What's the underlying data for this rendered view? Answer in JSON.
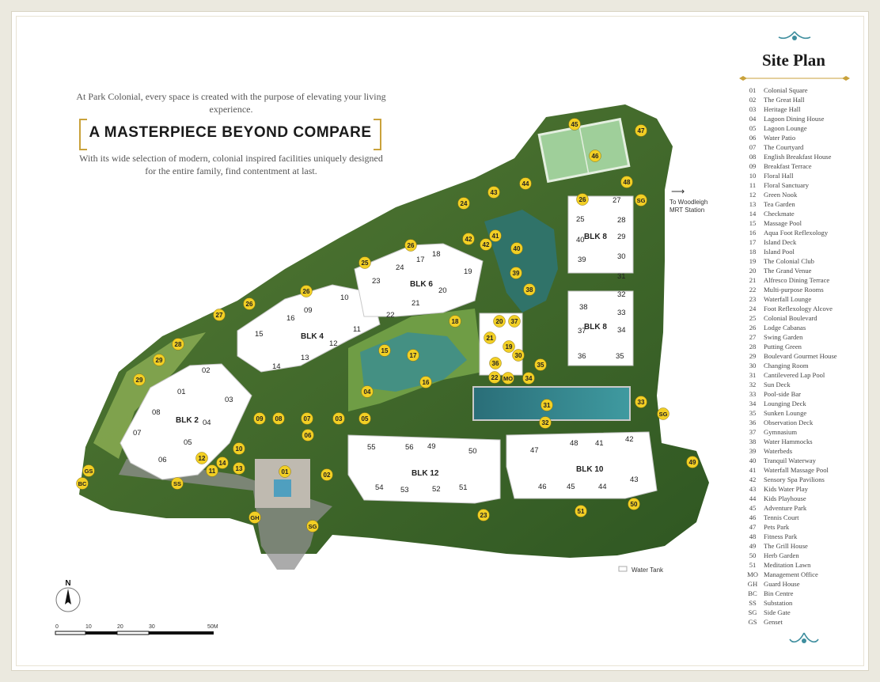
{
  "intro_text": "At Park Colonial, every space is created with the purpose of elevating your living experience.",
  "headline": "A MASTERPIECE BEYOND COMPARE",
  "description": "With its wide selection of modern, colonial inspired facilities uniquely designed for the entire family, find contentment at last.",
  "legend_title": "Site Plan",
  "legend": [
    {
      "code": "01",
      "label": "Colonial Square"
    },
    {
      "code": "02",
      "label": "The Great Hall"
    },
    {
      "code": "03",
      "label": "Heritage Hall"
    },
    {
      "code": "04",
      "label": "Lagoon Dining House"
    },
    {
      "code": "05",
      "label": "Lagoon Lounge"
    },
    {
      "code": "06",
      "label": "Water Patio"
    },
    {
      "code": "07",
      "label": "The Courtyard"
    },
    {
      "code": "08",
      "label": "English Breakfast House"
    },
    {
      "code": "09",
      "label": "Breakfast Terrace"
    },
    {
      "code": "10",
      "label": "Floral Hall"
    },
    {
      "code": "11",
      "label": "Floral Sanctuary"
    },
    {
      "code": "12",
      "label": "Green Nook"
    },
    {
      "code": "13",
      "label": "Tea Garden"
    },
    {
      "code": "14",
      "label": "Checkmate"
    },
    {
      "code": "15",
      "label": "Massage Pool"
    },
    {
      "code": "16",
      "label": "Aqua Foot Reflexology"
    },
    {
      "code": "17",
      "label": "Island Deck"
    },
    {
      "code": "18",
      "label": "Island Pool"
    },
    {
      "code": "19",
      "label": "The Colonial Club"
    },
    {
      "code": "20",
      "label": "The Grand Venue"
    },
    {
      "code": "21",
      "label": "Alfresco Dining Terrace"
    },
    {
      "code": "22",
      "label": "Multi-purpose Rooms"
    },
    {
      "code": "23",
      "label": "Waterfall Lounge"
    },
    {
      "code": "24",
      "label": "Foot Reflexology Alcove"
    },
    {
      "code": "25",
      "label": "Colonial Boulevard"
    },
    {
      "code": "26",
      "label": "Lodge Cabanas"
    },
    {
      "code": "27",
      "label": "Swing Garden"
    },
    {
      "code": "28",
      "label": "Putting Green"
    },
    {
      "code": "29",
      "label": "Boulevard Gourmet House"
    },
    {
      "code": "30",
      "label": "Changing Room"
    },
    {
      "code": "31",
      "label": "Cantilevered Lap Pool"
    },
    {
      "code": "32",
      "label": "Sun Deck"
    },
    {
      "code": "33",
      "label": "Pool-side Bar"
    },
    {
      "code": "34",
      "label": "Lounging Deck"
    },
    {
      "code": "35",
      "label": "Sunken Lounge"
    },
    {
      "code": "36",
      "label": "Observation Deck"
    },
    {
      "code": "37",
      "label": "Gymnasium"
    },
    {
      "code": "38",
      "label": "Water Hammocks"
    },
    {
      "code": "39",
      "label": "Waterbeds"
    },
    {
      "code": "40",
      "label": "Tranquil Waterway"
    },
    {
      "code": "41",
      "label": "Waterfall Massage Pool"
    },
    {
      "code": "42",
      "label": "Sensory Spa Pavilions"
    },
    {
      "code": "43",
      "label": "Kids Water Play"
    },
    {
      "code": "44",
      "label": "Kids Playhouse"
    },
    {
      "code": "45",
      "label": "Adventure Park"
    },
    {
      "code": "46",
      "label": "Tennis Court"
    },
    {
      "code": "47",
      "label": "Pets Park"
    },
    {
      "code": "48",
      "label": "Fitness Park"
    },
    {
      "code": "49",
      "label": "The Grill House"
    },
    {
      "code": "50",
      "label": "Herb Garden"
    },
    {
      "code": "51",
      "label": "Meditation Lawn"
    },
    {
      "code": "MO",
      "label": "Management Office"
    },
    {
      "code": "GH",
      "label": "Guard House"
    },
    {
      "code": "BC",
      "label": "Bin Centre"
    },
    {
      "code": "SS",
      "label": "Substation"
    },
    {
      "code": "SG",
      "label": "Side Gate"
    },
    {
      "code": "GS",
      "label": "Genset"
    }
  ],
  "direction_label": "To Woodleigh MRT Station",
  "water_tank_label": "Water Tank",
  "north_label": "N",
  "scale_labels": [
    "0",
    "10",
    "20",
    "30",
    "50M"
  ],
  "blocks": [
    "BLK 2",
    "BLK 4",
    "BLK 6",
    "BLK 8",
    "BLK 8",
    "BLK 10",
    "BLK 12"
  ],
  "unit_numbers": [
    "01",
    "02",
    "03",
    "04",
    "05",
    "06",
    "07",
    "08",
    "09",
    "10",
    "11",
    "12",
    "13",
    "14",
    "15",
    "16",
    "17",
    "18",
    "19",
    "20",
    "21",
    "22",
    "23",
    "24",
    "25",
    "26",
    "27",
    "28",
    "29",
    "30",
    "31",
    "32",
    "33",
    "34",
    "35",
    "36",
    "37",
    "38",
    "39",
    "40",
    "41",
    "42",
    "43",
    "44",
    "45",
    "46",
    "47",
    "48",
    "49",
    "50",
    "51",
    "52",
    "53",
    "54",
    "55",
    "56"
  ],
  "colors": {
    "marker": "#f2cf24",
    "gold": "#c9a23b",
    "green": "#3f6b2e",
    "water": "#3b8a8a"
  }
}
